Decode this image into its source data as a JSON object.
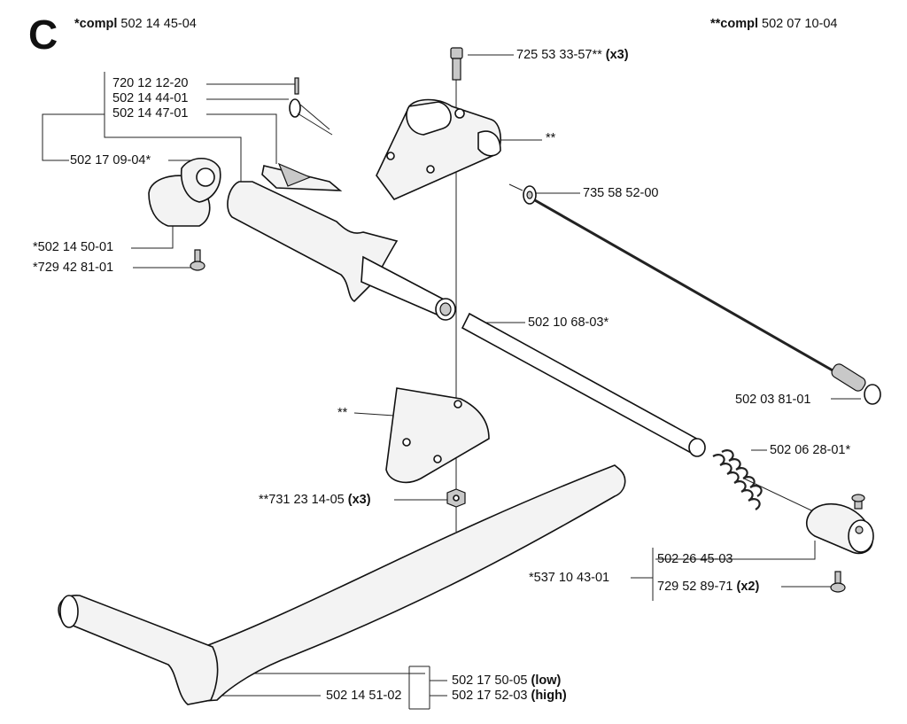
{
  "section_letter": "C",
  "header": {
    "left_prefix": "*compl",
    "left_number": "502 14 45-04",
    "right_prefix": "**compl",
    "right_number": "502 07 10-04"
  },
  "labels": {
    "p1": {
      "num": "720 12 12-20"
    },
    "p2": {
      "num": "502 14 44-01"
    },
    "p3": {
      "num": "502 14 47-01"
    },
    "p4": {
      "num": "502 17 09-04*"
    },
    "p5": {
      "num": "*502 14 50-01"
    },
    "p6": {
      "num": "*729 42 81-01"
    },
    "p7": {
      "num": "725 53 33-57**",
      "qty": "(x3)"
    },
    "p8": {
      "num": "**"
    },
    "p9": {
      "num": "735 58 52-00"
    },
    "p10": {
      "num": "502 10 68-03*"
    },
    "p11": {
      "num": "502 03 81-01"
    },
    "p12": {
      "num": "**"
    },
    "p13": {
      "num": "502 06 28-01*"
    },
    "p14": {
      "num": "**731 23 14-05",
      "qty": "(x3)"
    },
    "p15": {
      "num": "502 26 45-03"
    },
    "p16": {
      "num": "*537 10 43-01"
    },
    "p17": {
      "num": "729 52 89-71",
      "qty": "(x2)"
    },
    "p18": {
      "num": "502 17 50-05",
      "qty": "(low)"
    },
    "p19": {
      "num": "502 14 51-02"
    },
    "p20": {
      "num": "502 17 52-03",
      "qty": "(high)"
    }
  }
}
